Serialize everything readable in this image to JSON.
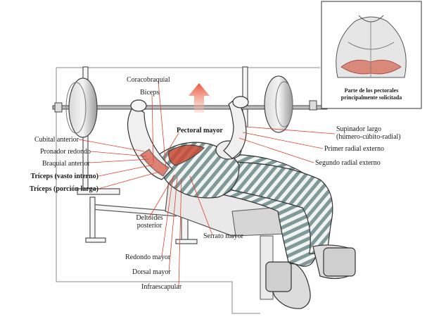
{
  "labels": {
    "coracobraquial": "Coracobraquial",
    "biceps": "Bíceps",
    "pectoral_mayor": "Pectoral mayor",
    "cubital_anterior": "Cubital anterior",
    "pronador_redondo": "Pronador redondo",
    "braquial_anterior": "Braquial anterior",
    "triceps_vasto": "Tríceps (vasto interno)",
    "triceps_porcion": "Tríceps (porción larga)",
    "supinador_1": "Supinador largo",
    "supinador_2": "(húmero-cúbito-radial)",
    "primer_radial": "Primer radial externo",
    "segundo_radial": "Segundo radial externo",
    "deltoides_1": "Deltoides",
    "deltoides_2": "posterior",
    "serrato": "Serrato mayor",
    "redondo": "Redondo mayor",
    "dorsal": "Dorsal mayor",
    "infraescapular": "Infraescapular"
  },
  "inset": {
    "caption_1": "Parte de los pectorales",
    "caption_2": "principalmente solicitada"
  },
  "colors": {
    "ink": "#2b2b2b",
    "highlight": "#e0402a",
    "arrow": "#e8553c",
    "stripe": "#7f9a98"
  }
}
